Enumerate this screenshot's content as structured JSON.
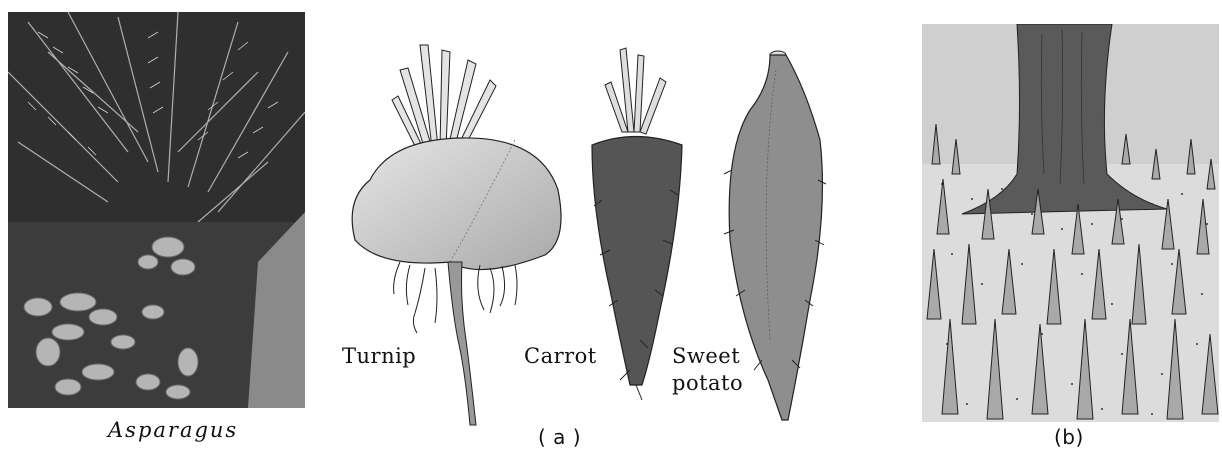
{
  "figure": {
    "asparagus_caption": "Asparagus",
    "panel_a_caption": "( a )",
    "panel_b_caption": "(b)",
    "roots": {
      "turnip": "Turnip",
      "carrot": "Carrot",
      "sweet_potato_line1": "Sweet",
      "sweet_potato_line2": "potato"
    }
  },
  "colors": {
    "turnip_fill": "#c8c8c8",
    "carrot_fill": "#555555",
    "sweet_potato_fill": "#8e8e8e",
    "photo_bg": "#3a3a3a",
    "ground": "#d9d9d9"
  }
}
